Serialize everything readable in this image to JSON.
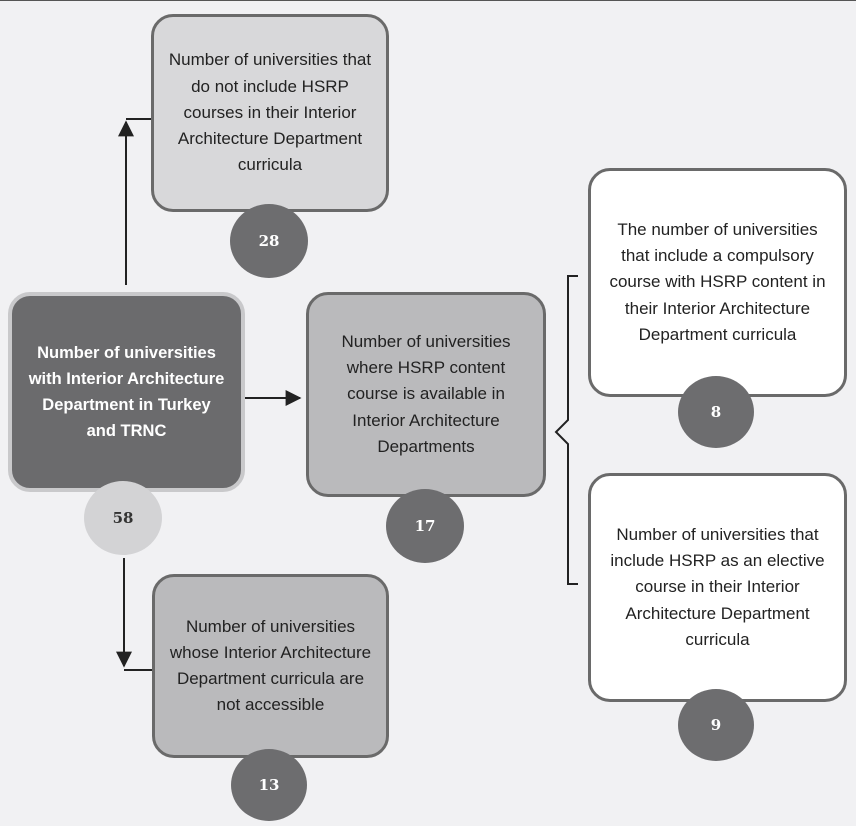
{
  "diagram": {
    "main": {
      "label": "Number of universities with Interior Architecture Department in Turkey and TRNC",
      "count": "58"
    },
    "no_hsrp": {
      "label": "Number of universities that do not include HSRP courses in their Interior Architecture Department curricula",
      "count": "28"
    },
    "available": {
      "label": "Number of universities where HSRP content course is available in Interior Architecture Departments",
      "count": "17"
    },
    "not_accessible": {
      "label": "Number of universities whose Interior Architecture Department curricula are not accessible",
      "count": "13"
    },
    "compulsory": {
      "label": "The number of universities that include a compulsory course with HSRP content in their Interior Architecture Department curricula",
      "count": "8"
    },
    "elective": {
      "label": "Number of universities that include HSRP as an elective course in their Interior Architecture Department curricula",
      "count": "9"
    }
  },
  "colors": {
    "background": "#f1f1f3",
    "main_fill": "#6b6b6d",
    "mid_fill": "#bababc",
    "light_fill": "#d8d8da",
    "badge_dark": "#6d6d6f",
    "badge_light": "#d3d3d5",
    "stroke": "#222222"
  }
}
